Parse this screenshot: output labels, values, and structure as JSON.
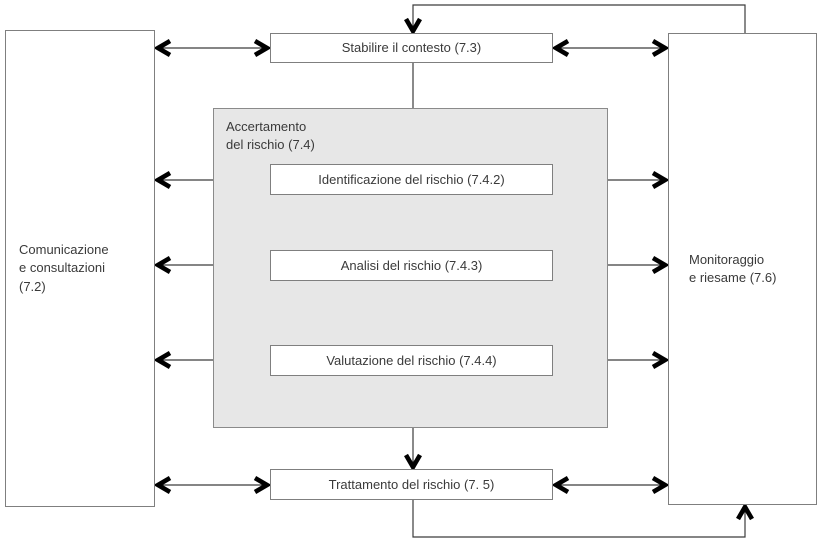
{
  "diagram": {
    "language": "it",
    "nodes": {
      "communication": {
        "label": "Comunicazione\ne consultazioni\n(7.2)"
      },
      "context": {
        "label": "Stabilire il contesto (7.3)"
      },
      "assessment_group": {
        "label": "Accertamento\ndel rischio (7.4)"
      },
      "identification": {
        "label": "Identificazione del rischio (7.4.2)"
      },
      "analysis": {
        "label": "Analisi del rischio (7.4.3)"
      },
      "evaluation": {
        "label": "Valutazione del rischio (7.4.4)"
      },
      "treatment": {
        "label": "Trattamento del rischio (7. 5)"
      },
      "monitoring": {
        "label": "Monitoraggio\ne riesame (7.6)"
      }
    },
    "edges": [
      {
        "from": "communication",
        "to": "context",
        "direction": "bidirectional"
      },
      {
        "from": "communication",
        "to": "identification",
        "direction": "bidirectional"
      },
      {
        "from": "communication",
        "to": "analysis",
        "direction": "bidirectional"
      },
      {
        "from": "evaluation",
        "to": "communication",
        "direction": "one-way"
      },
      {
        "from": "communication",
        "to": "treatment",
        "direction": "bidirectional"
      },
      {
        "from": "context",
        "to": "monitoring",
        "direction": "bidirectional"
      },
      {
        "from": "identification",
        "to": "monitoring",
        "direction": "bidirectional"
      },
      {
        "from": "analysis",
        "to": "monitoring",
        "direction": "bidirectional"
      },
      {
        "from": "evaluation",
        "to": "monitoring",
        "direction": "bidirectional"
      },
      {
        "from": "treatment",
        "to": "monitoring",
        "direction": "bidirectional"
      },
      {
        "from": "context",
        "to": "assessment_group",
        "direction": "plain-line"
      },
      {
        "from": "assessment_group",
        "to": "treatment",
        "direction": "one-way"
      },
      {
        "from": "treatment",
        "to": "monitoring",
        "direction": "one-way-loop-bottom"
      },
      {
        "from": "monitoring",
        "to": "context",
        "direction": "one-way-loop-top"
      }
    ],
    "colors": {
      "group_fill": "#e7e7e7",
      "box_border": "#7f7f7f",
      "line": "#3c3c3c",
      "arrow": "#000000",
      "text": "#3a3a3a"
    }
  }
}
